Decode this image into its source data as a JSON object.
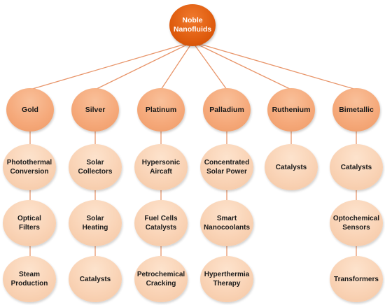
{
  "root": {
    "label": "Noble\nNanofluids"
  },
  "categories": [
    {
      "label": "Gold"
    },
    {
      "label": "Silver"
    },
    {
      "label": "Platinum"
    },
    {
      "label": "Palladium"
    },
    {
      "label": "Ruthenium"
    },
    {
      "label": "Bimetallic"
    }
  ],
  "applications": [
    [
      "Photothermal\nConversion",
      "Optical\nFilters",
      "Steam\nProduction"
    ],
    [
      "Solar\nCollectors",
      "Solar\nHeating",
      "Catalysts"
    ],
    [
      "Hypersonic\nAircaft",
      "Fuel Cells\nCatalysts",
      "Petrochemical\nCracking"
    ],
    [
      "Concentrated\nSolar Power",
      "Smart\nNanocoolants",
      "Hyperthermia\nTherapy"
    ],
    [
      "Catalysts"
    ],
    [
      "Catalysts",
      "Optochemical\nSensors",
      "Transformers"
    ]
  ],
  "colors": {
    "edge": "#e8956a",
    "root_fill": "#de5a0c",
    "category_fill": "#f5a879",
    "application_fill": "#f9d2b4"
  }
}
